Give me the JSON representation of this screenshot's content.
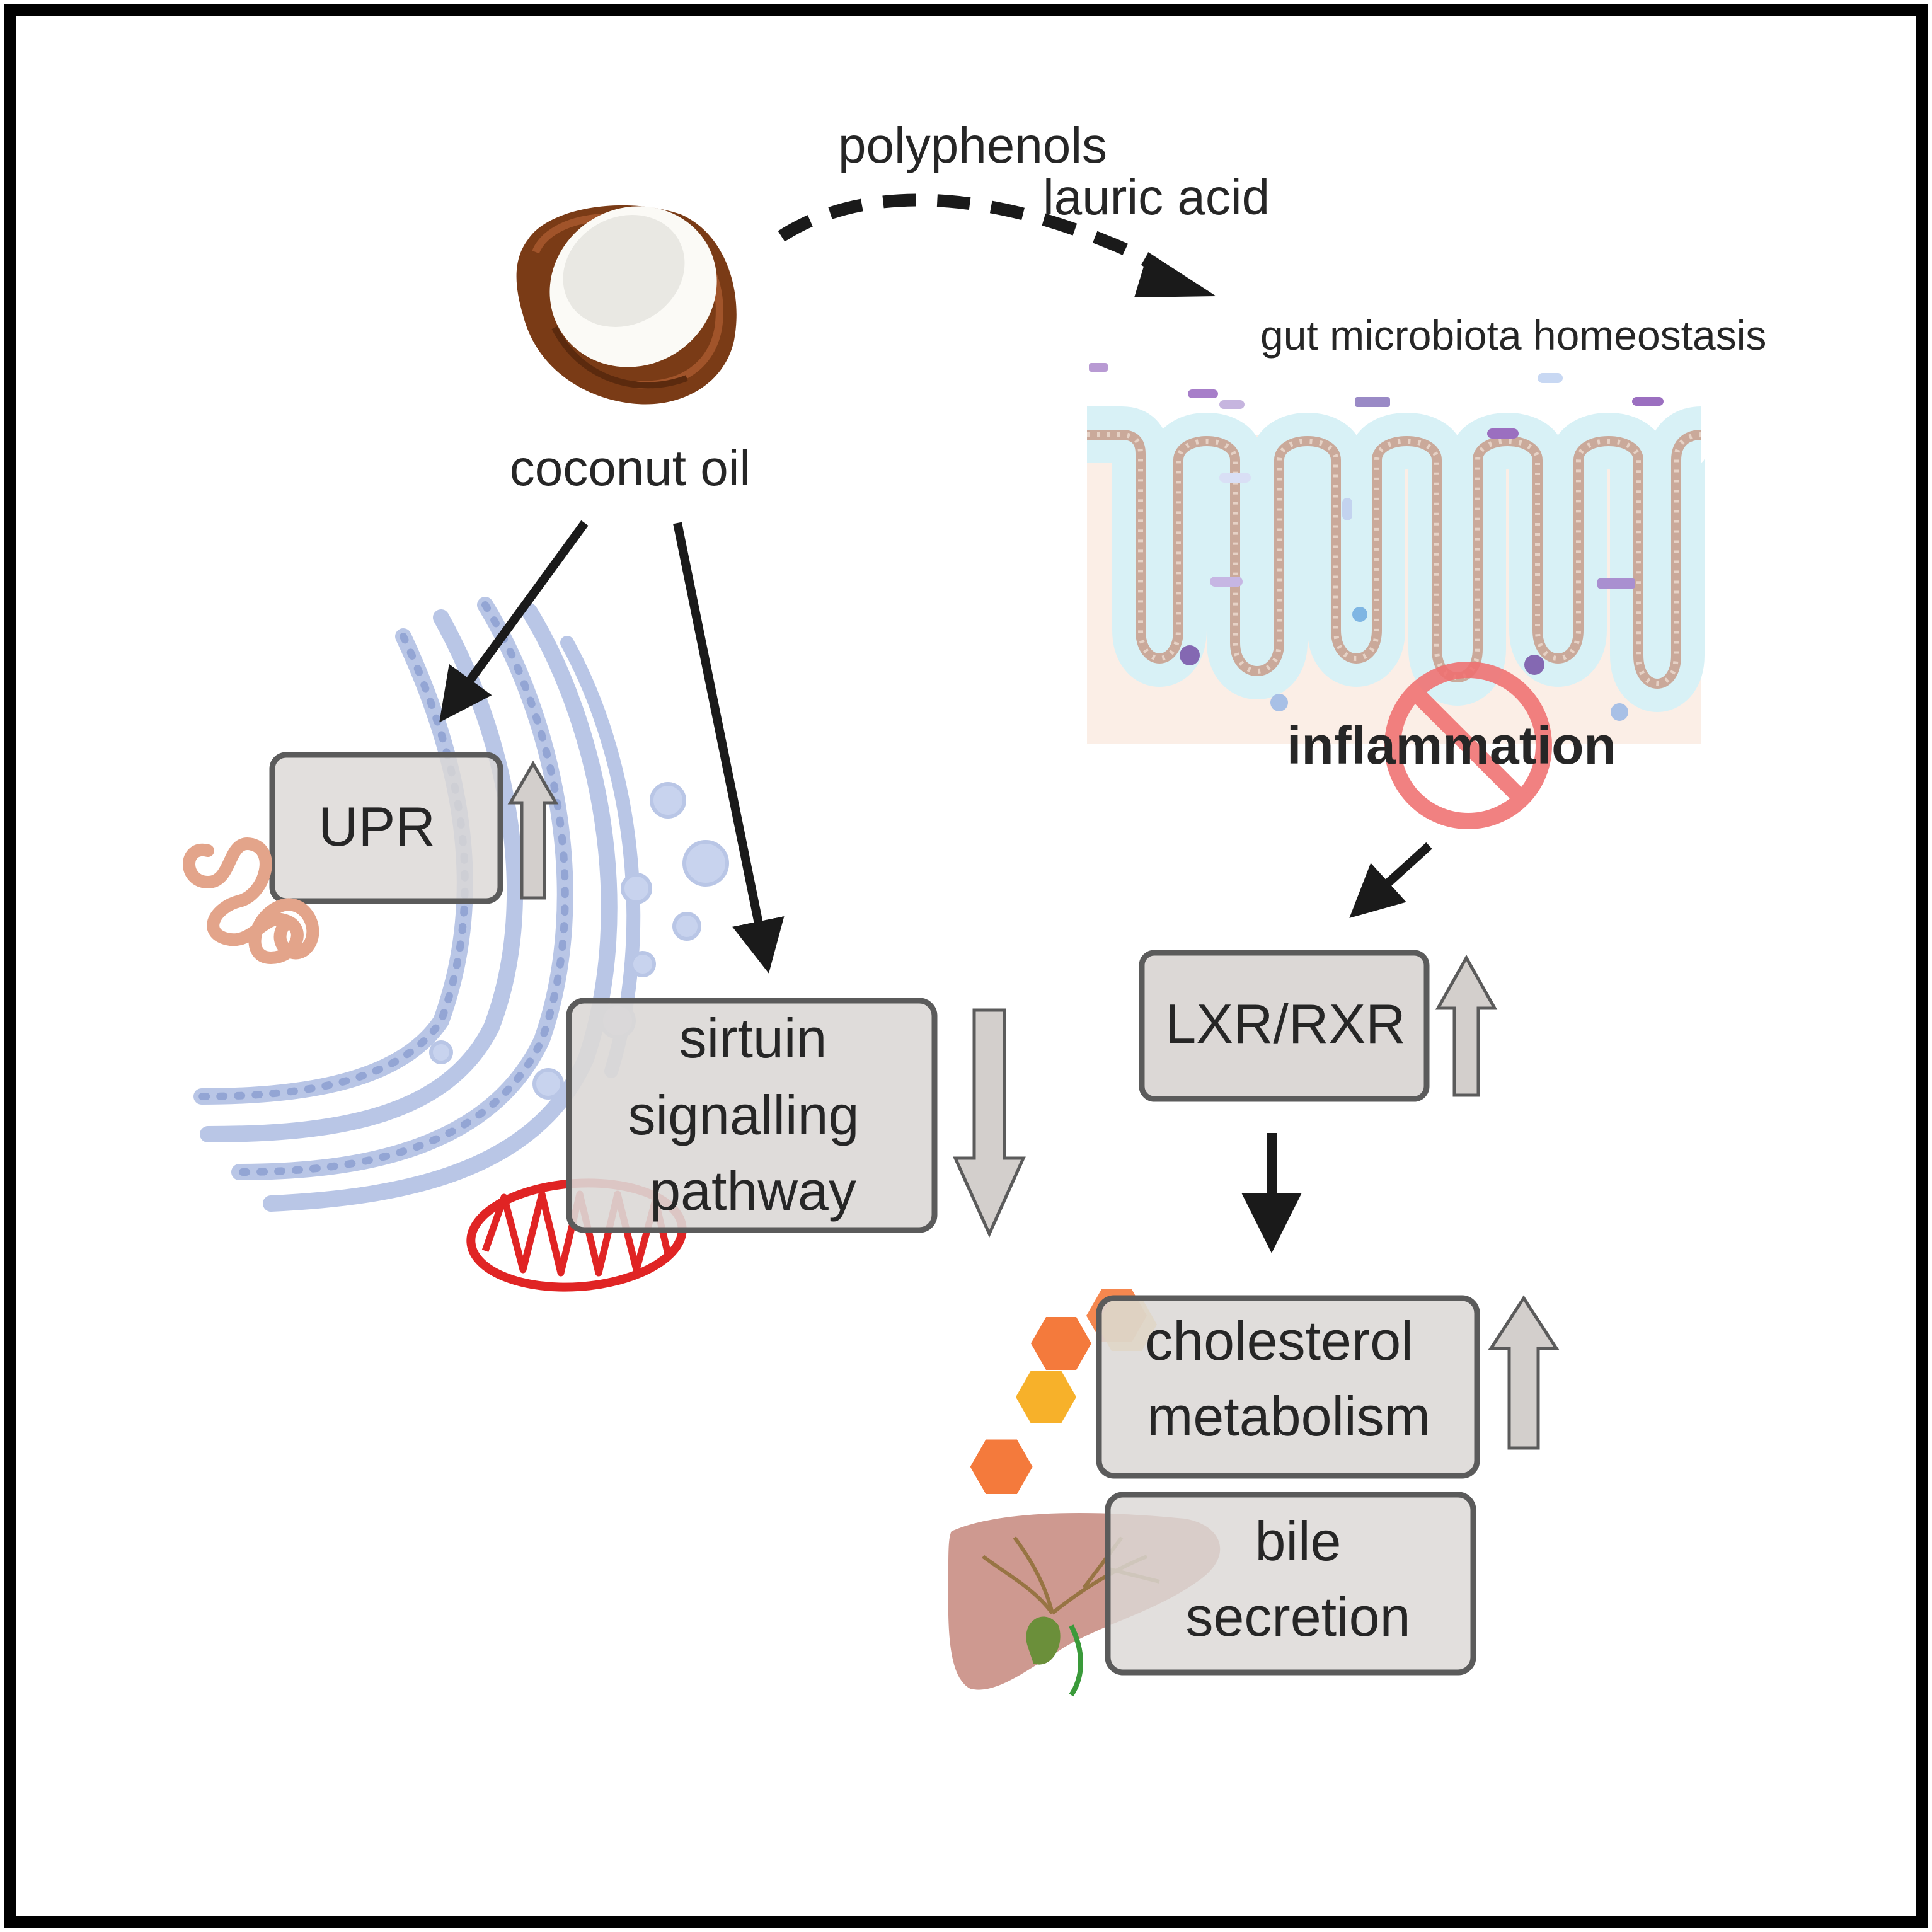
{
  "labels": {
    "polyphenols": "polyphenols",
    "lauric_acid": "lauric acid",
    "coconut_oil": "coconut oil",
    "gut_microbiota": "gut microbiota homeostasis",
    "inflammation": "inflammation"
  },
  "boxes": {
    "upr": [
      "UPR"
    ],
    "sirtuin": [
      "sirtuin",
      "signalling",
      "pathway"
    ],
    "lxr": [
      "LXR/RXR"
    ],
    "cholesterol": [
      "cholesterol",
      "metabolism"
    ],
    "bile": [
      "bile",
      "secretion"
    ]
  },
  "colors": {
    "border": "#000000",
    "arrow": "#1a1a1a",
    "box_fill": "#dcd8d6",
    "box_stroke": "#5b5b5b",
    "indicator_fill": "#d3cfcc",
    "er_blue": "#b9c6e6",
    "mito_red": "#e02424",
    "inhibit_red": "#f07070",
    "gut_mucus": "#d8f1f6",
    "gut_tissue": "#fbeee6",
    "hexagon_orange": "#f47a3c",
    "hexagon_yellow": "#f7b12a",
    "liver": "#c98e84",
    "gallbladder": "#6b8f3a"
  },
  "icons": {
    "coconut": "coconut-half-icon",
    "er": "endoplasmic-reticulum-icon",
    "protein": "unfolded-protein-icon",
    "mitochondrion": "mitochondrion-icon",
    "gut": "intestinal-villi-icon",
    "inhibit": "prohibition-sign-icon",
    "cholesterol": "cholesterol-hexagon-icon",
    "liver": "liver-gallbladder-icon"
  },
  "indicators": {
    "upr": "up",
    "sirtuin": "down",
    "lxr": "up",
    "cholesterol": "up"
  }
}
